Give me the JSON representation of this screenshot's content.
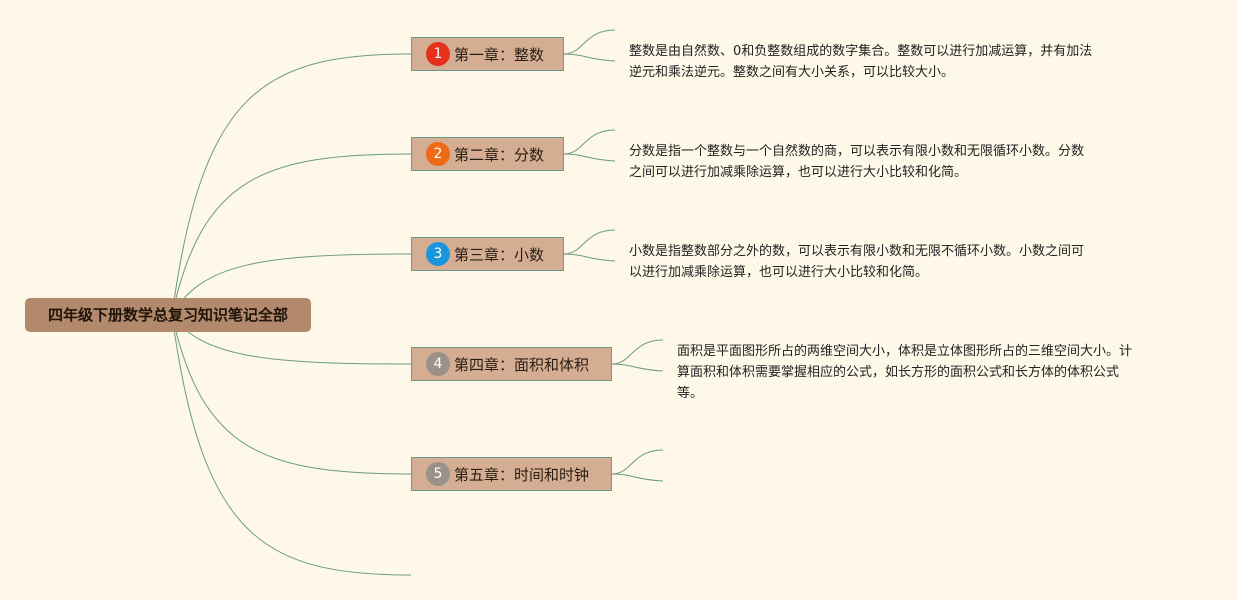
{
  "root": {
    "label": "四年级下册数学总复习知识笔记全部"
  },
  "chapters": [
    {
      "num": "1",
      "title": "第一章：整数",
      "badge_color": "#e5301b",
      "note": [
        "整数是由自然数、0和负整数组成的数字集合。整数可以进行加减运算，并有加法",
        "逆元和乘法逆元。整数之间有大小关系，可以比较大小。"
      ]
    },
    {
      "num": "2",
      "title": "第二章：分数",
      "badge_color": "#ee6a15",
      "note": [
        "分数是指一个整数与一个自然数的商，可以表示有限小数和无限循环小数。分数",
        "之间可以进行加减乘除运算，也可以进行大小比较和化简。"
      ]
    },
    {
      "num": "3",
      "title": "第三章：小数",
      "badge_color": "#1a97dc",
      "note": [
        "小数是指整数部分之外的数，可以表示有限小数和无限不循环小数。小数之间可",
        "以进行加减乘除运算，也可以进行大小比较和化简。"
      ]
    },
    {
      "num": "4",
      "title": "第四章：面积和体积",
      "badge_color": "#9a9189",
      "note": [
        "面积是平面图形所占的两维空间大小，体积是立体图形所占的三维空间大小。计",
        "算面积和体积需要掌握相应的公式，如长方形的面积公式和长方体的体积公式",
        "等。"
      ]
    },
    {
      "num": "5",
      "title": "第五章：时间和时钟",
      "badge_color": "#9a9189",
      "note": []
    }
  ],
  "colors": {
    "background": "#fdf8e8",
    "root_fill": "#b3896e",
    "chapter_fill": "#d4ad92",
    "link_stroke": "#6b9b87"
  }
}
